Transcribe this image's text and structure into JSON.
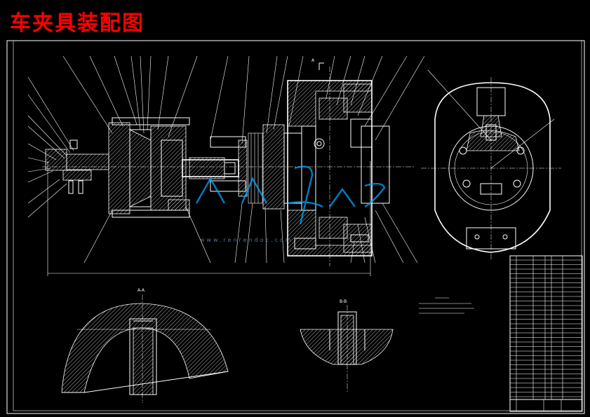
{
  "title": "车夹具装配图",
  "section_labels": {
    "aa": "A-A",
    "bb": "B-B",
    "a_arrow": "A"
  },
  "watermark": "www.renrendoc.com",
  "colors": {
    "title": "#ff0000",
    "lines": "#ffffff",
    "background": "#000000",
    "watermark": "#00a8ff"
  }
}
